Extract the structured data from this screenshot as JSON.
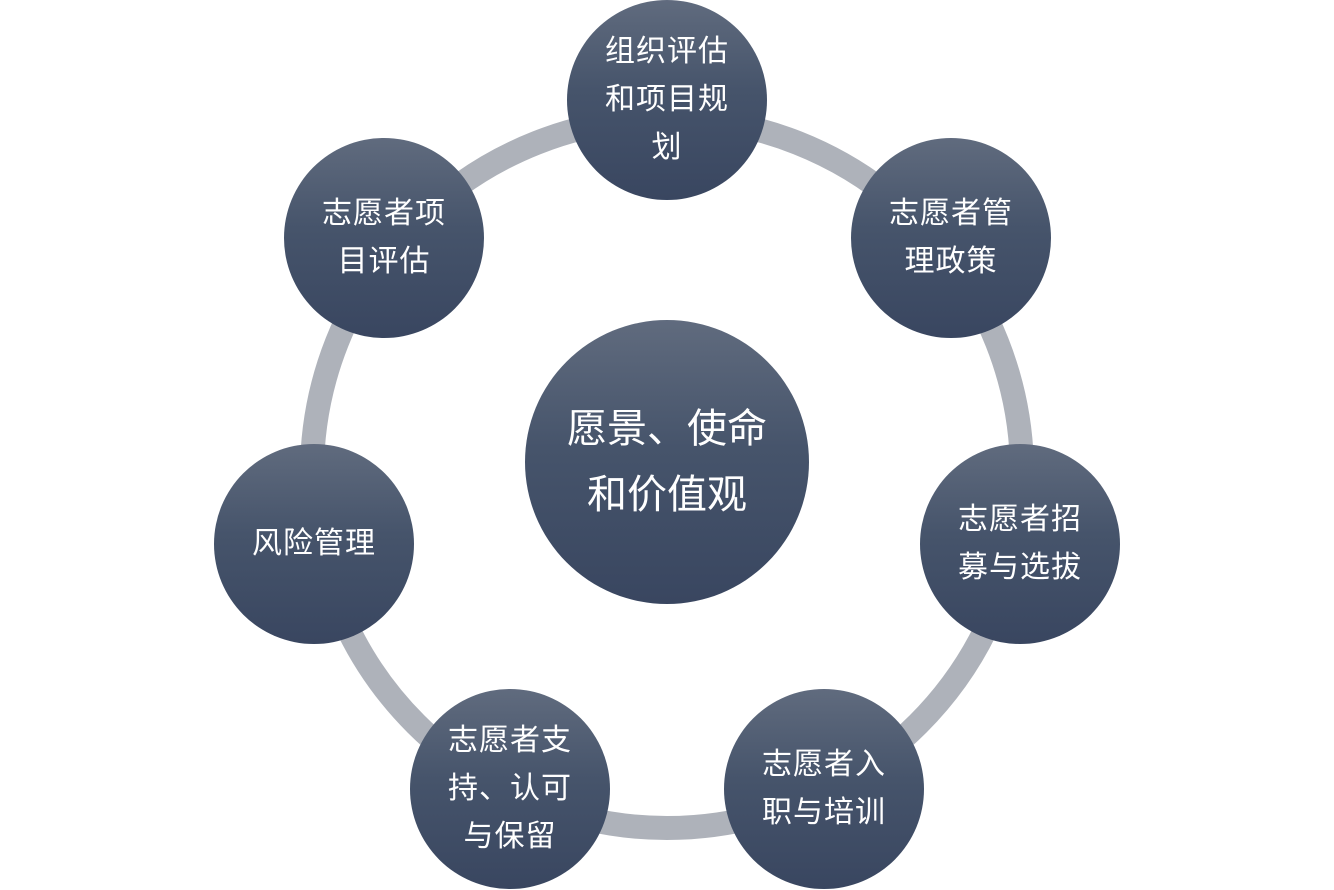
{
  "center": {
    "label": "愿景、使命和价值观"
  },
  "nodes": [
    {
      "id": "org-eval",
      "label": "组织评估和项目规划"
    },
    {
      "id": "policy",
      "label": "志愿者管理政策"
    },
    {
      "id": "recruit",
      "label": "志愿者招募与选拔"
    },
    {
      "id": "onboard",
      "label": "志愿者入职与培训"
    },
    {
      "id": "support",
      "label": "志愿者支持、认可与保留"
    },
    {
      "id": "risk",
      "label": "风险管理"
    },
    {
      "id": "project-eval",
      "label": "志愿者项目评估"
    }
  ],
  "colors": {
    "ring": "#aeb2ba",
    "node_top": "#606b7e",
    "node_bottom": "#394660",
    "text": "#ffffff"
  }
}
